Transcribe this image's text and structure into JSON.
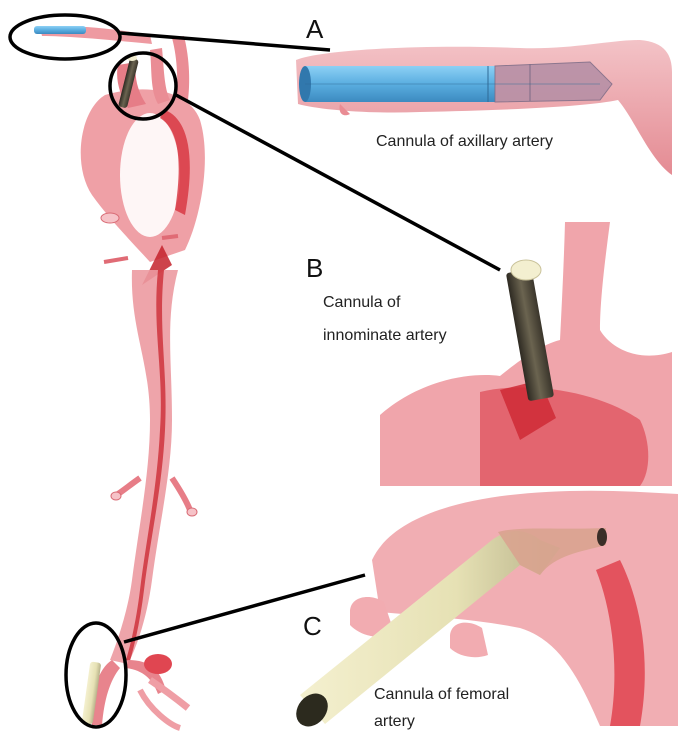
{
  "panels": [
    {
      "letter": "A",
      "caption_lines": [
        "Cannula of axillary artery"
      ]
    },
    {
      "letter": "B",
      "caption_lines": [
        "Cannula of",
        "innominate artery"
      ]
    },
    {
      "letter": "C",
      "caption_lines": [
        "Cannula of femoral",
        "artery"
      ]
    }
  ],
  "colors": {
    "vessel": "#e9939a",
    "vessel_deep": "#e2434c",
    "axillary_cannula": "#5aaee0",
    "innominate_cannula": "#4a4638",
    "femoral_cannula": "#e6e1b4",
    "leader_line": "#000000"
  }
}
